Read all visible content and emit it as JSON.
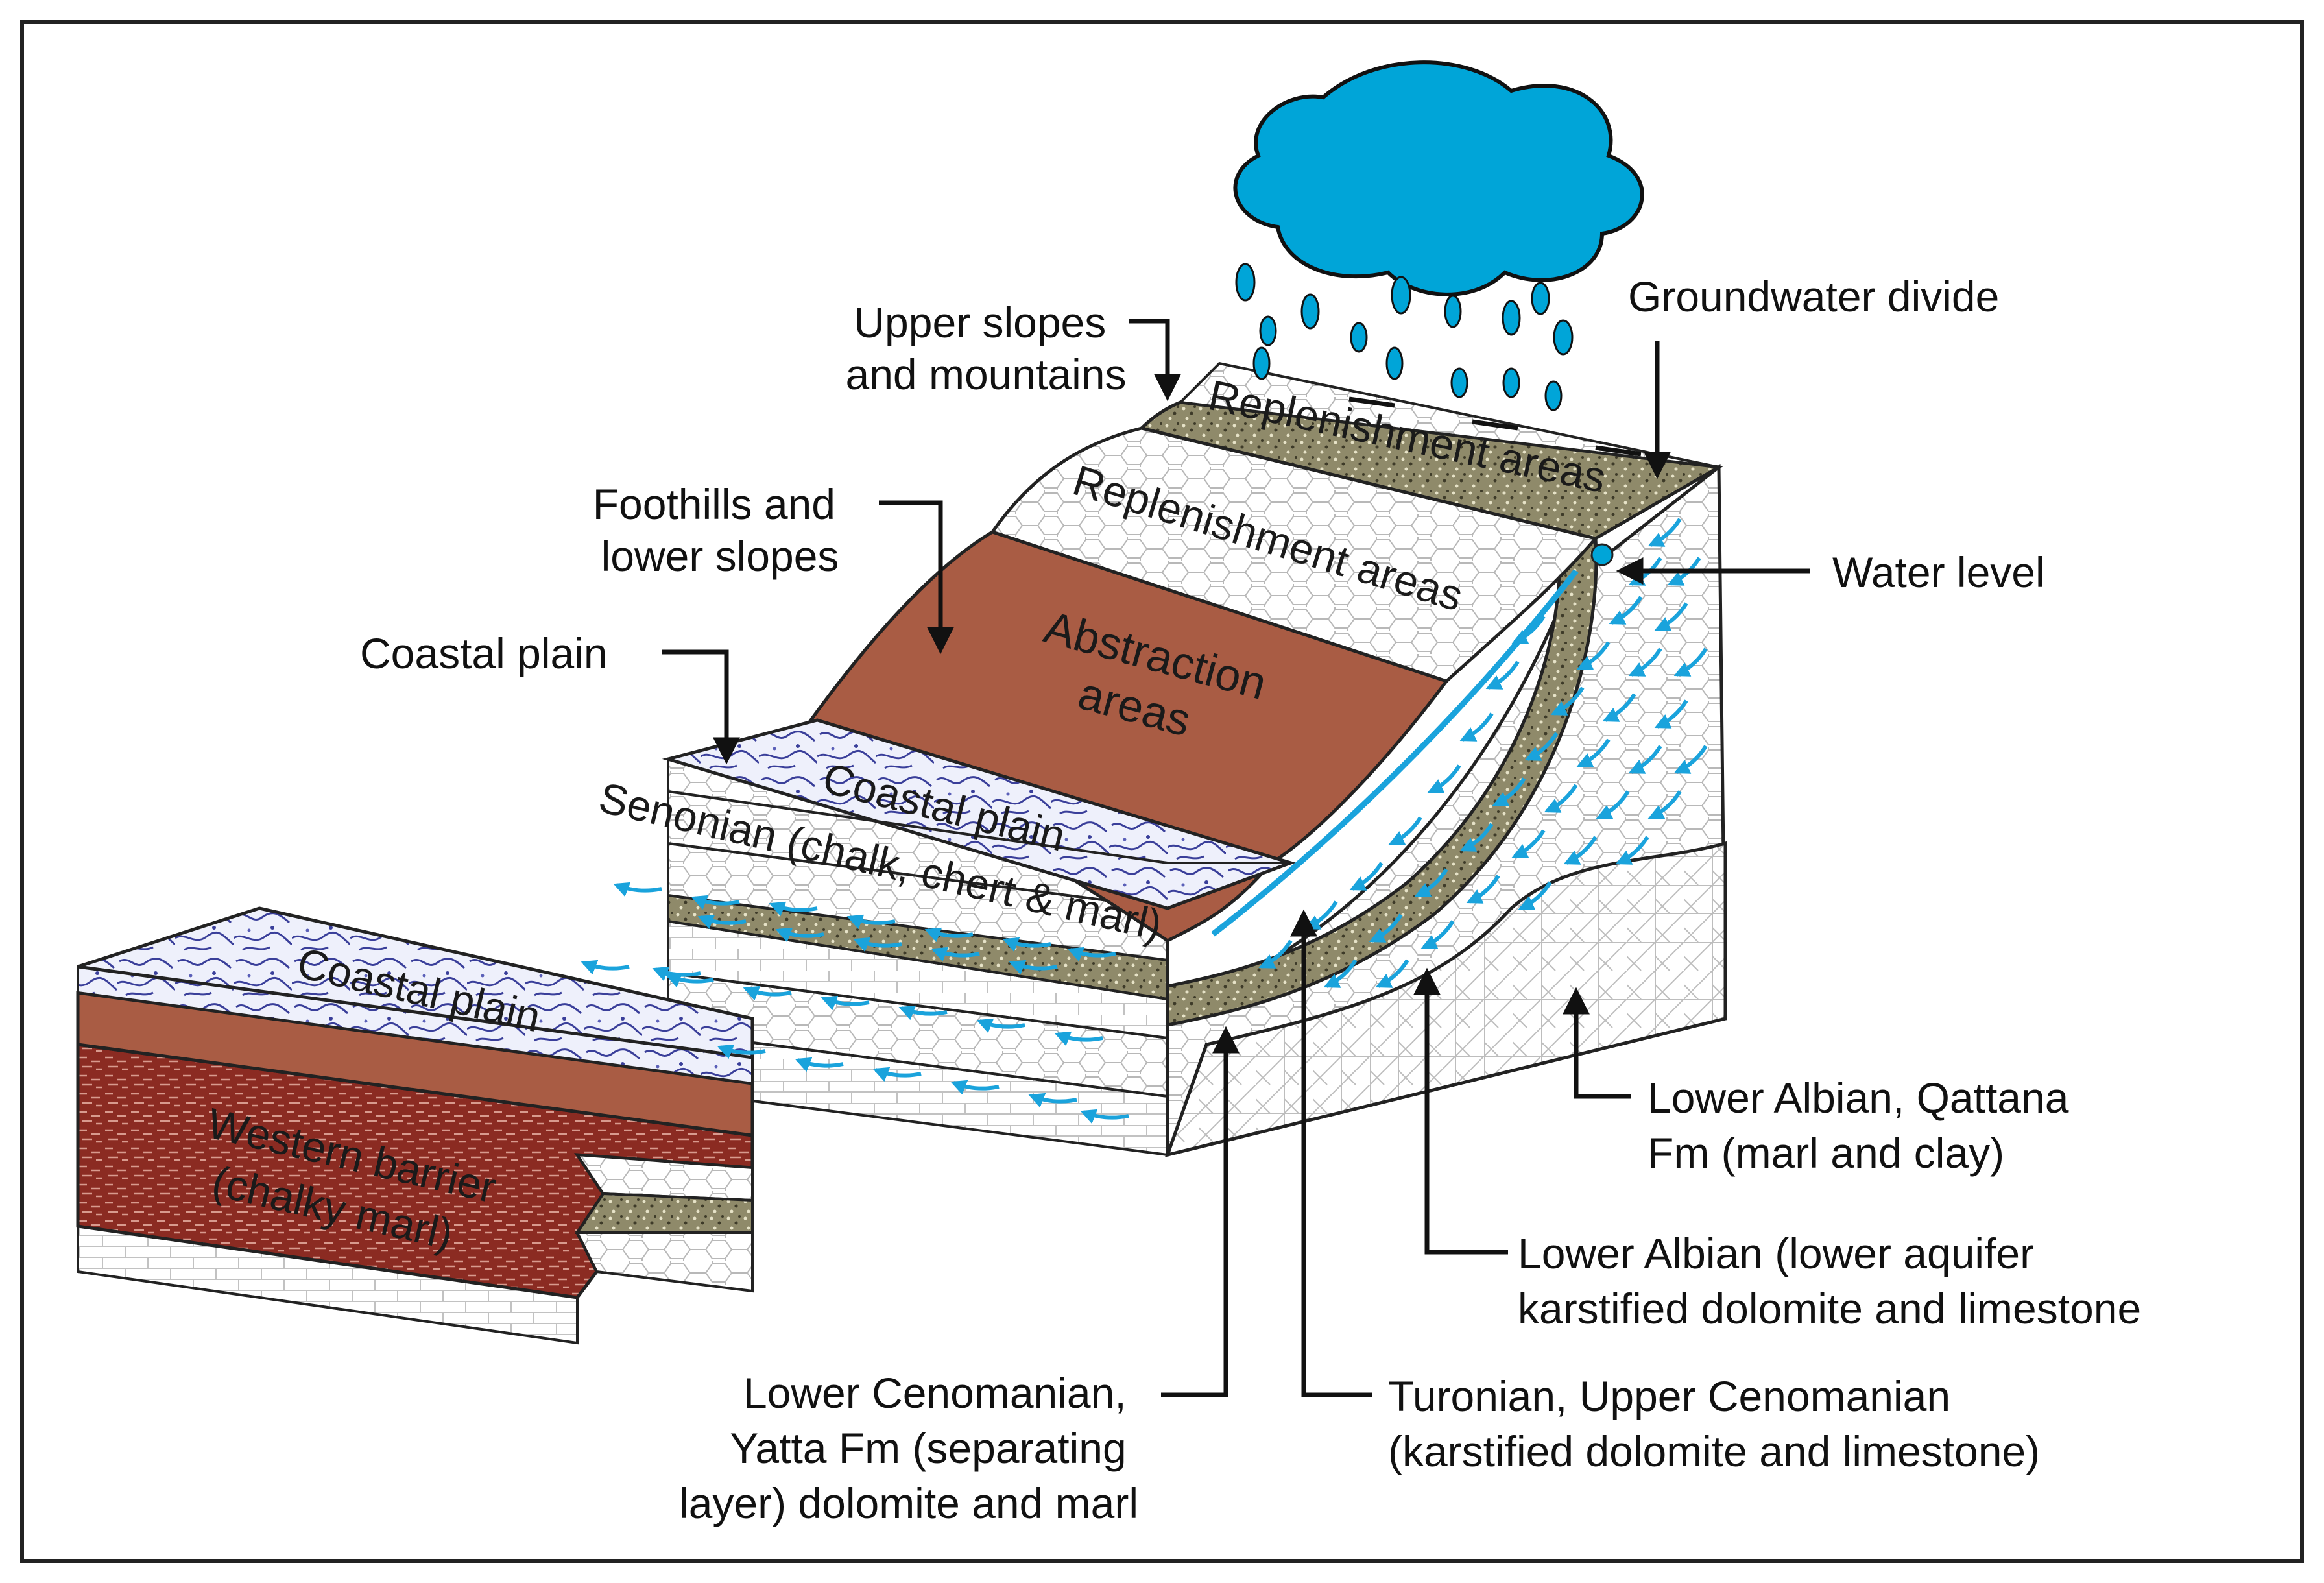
{
  "colors": {
    "water_blue": "#00a5d8",
    "flow_blue": "#1aa3dc",
    "abstraction_brown": "#a95c44",
    "barrier_red": "#8b2b22",
    "separating_layer": "#8f8a6a",
    "coastal_plain_blue": "#3a3f9a",
    "frame": "#222222"
  },
  "icons": [
    "rain-cloud-icon",
    "raindrop-icon",
    "flow-arrow-icon"
  ],
  "callouts": {
    "upper_slopes": [
      "Upper slopes",
      "and mountains"
    ],
    "foothills": [
      "Foothills and",
      "lower slopes"
    ],
    "coastal_plain": "Coastal plain",
    "groundwater_divide": "Groundwater divide",
    "water_level": "Water level",
    "lower_albian_qattana": [
      "Lower Albian, Qattana",
      "Fm (marl and clay)"
    ],
    "lower_albian_aquifer": [
      "Lower Albian (lower aquifer",
      "karstified dolomite and limestone"
    ],
    "turonian": [
      "Turonian, Upper Cenomanian",
      "(karstified dolomite and limestone)"
    ],
    "lower_cenomanian": [
      "Lower Cenomanian,",
      "Yatta Fm (separating",
      "layer) dolomite and marl"
    ]
  },
  "block_labels": {
    "replenishment_top": "Replenishment areas",
    "replenishment_slope": "Replenishment areas",
    "abstraction": [
      "Abstraction",
      "areas"
    ],
    "coastal_plain_main": "Coastal plain",
    "senonian": "Senonian (chalk, chert & marl)",
    "coastal_plain_front": "Coastal plain",
    "western_barrier": [
      "Western barrier",
      "(chalky marl)"
    ]
  }
}
